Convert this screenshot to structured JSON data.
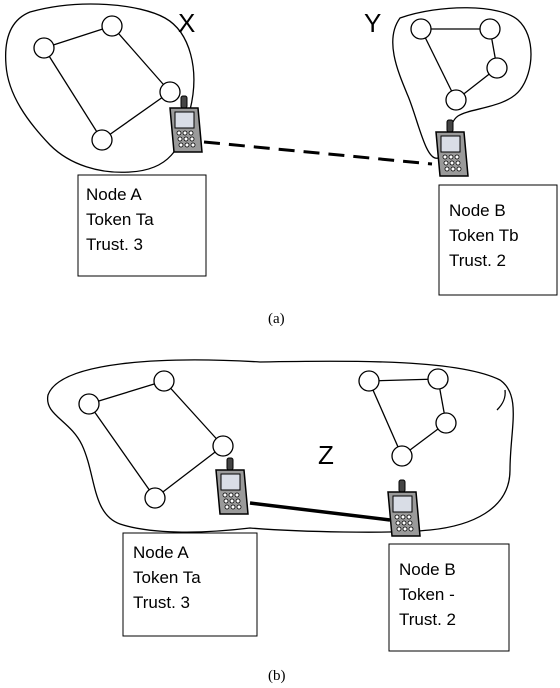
{
  "panel_a": {
    "caption": "(a)",
    "cluster_left_label": "X",
    "cluster_right_label": "Y",
    "node_a": {
      "name": "Node A",
      "token": "Token Ta",
      "trust": "Trust. 3"
    },
    "node_b": {
      "name": "Node B",
      "token": "Token Tb",
      "trust": "Trust. 2"
    },
    "link_style": "dashed"
  },
  "panel_b": {
    "caption": "(b)",
    "cluster_label": "Z",
    "node_a": {
      "name": "Node A",
      "token": "Token Ta",
      "trust": "Trust. 3"
    },
    "node_b": {
      "name": "Node B",
      "token": "Token -",
      "trust": "Trust. 2"
    },
    "link_style": "solid"
  },
  "colors": {
    "stroke": "#000000",
    "phone_body": "#9a9a9a",
    "phone_screen": "#d9dde6",
    "background": "#ffffff"
  },
  "icons": {
    "device": "mobile-phone-icon",
    "network_node": "circle-node-icon"
  }
}
